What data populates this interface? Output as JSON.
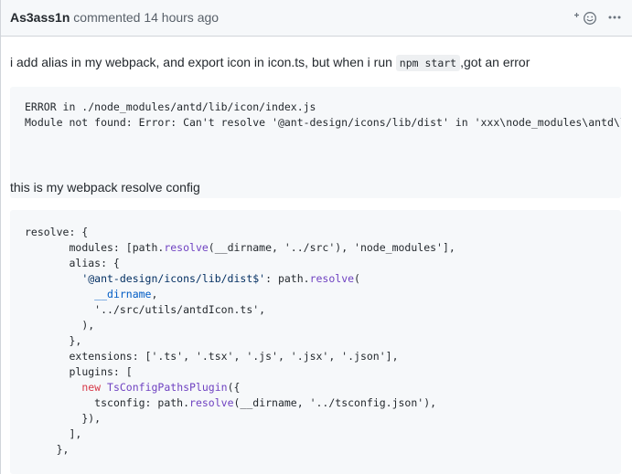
{
  "header": {
    "author": "As3ass1n",
    "action": "commented",
    "time": "14 hours ago",
    "reaction_icon": "smiley-plus-icon",
    "more_icon": "kebab-horizontal-icon"
  },
  "body": {
    "p1_before": "i add alias in my webpack, and export icon in icon.ts, but when i run ",
    "p1_code": "npm start",
    "p1_after": ",got an error",
    "error_lines": [
      "ERROR in ./node_modules/antd/lib/icon/index.js",
      "Module not found: Error: Can't resolve '@ant-design/icons/lib/dist' in 'xxx\\node_modules\\antd\\lib\\i"
    ],
    "scroll_fraction": 0.95,
    "p2": "this is my webpack resolve config",
    "config": {
      "l1": "resolve: {",
      "modules_key": "modules: [path.",
      "resolve": "resolve",
      "modules_rest": "(__dirname, '../src'), 'node_modules'],",
      "alias_key": "alias: {",
      "alias_str": "'@ant-design/icons/lib/dist$'",
      "alias_mid": ": path.",
      "paren_open": "(",
      "dirname": "__dirname",
      "comma": ",",
      "src_path": "'../src/utils/antdIcon.ts',",
      "close_paren": "),",
      "close_brace": "},",
      "extensions": "extensions: ['.ts', '.tsx', '.js', '.jsx', '.json'],",
      "plugins": "plugins: [",
      "new": "new",
      "plugin_name": "TsConfigPathsPlugin",
      "plugin_open": "({",
      "tsconfig_key": "tsconfig: path.",
      "tsconfig_rest": "(__dirname, '../tsconfig.json'),",
      "close_obj": "}),",
      "close_arr": "],",
      "final_close": "},"
    }
  }
}
